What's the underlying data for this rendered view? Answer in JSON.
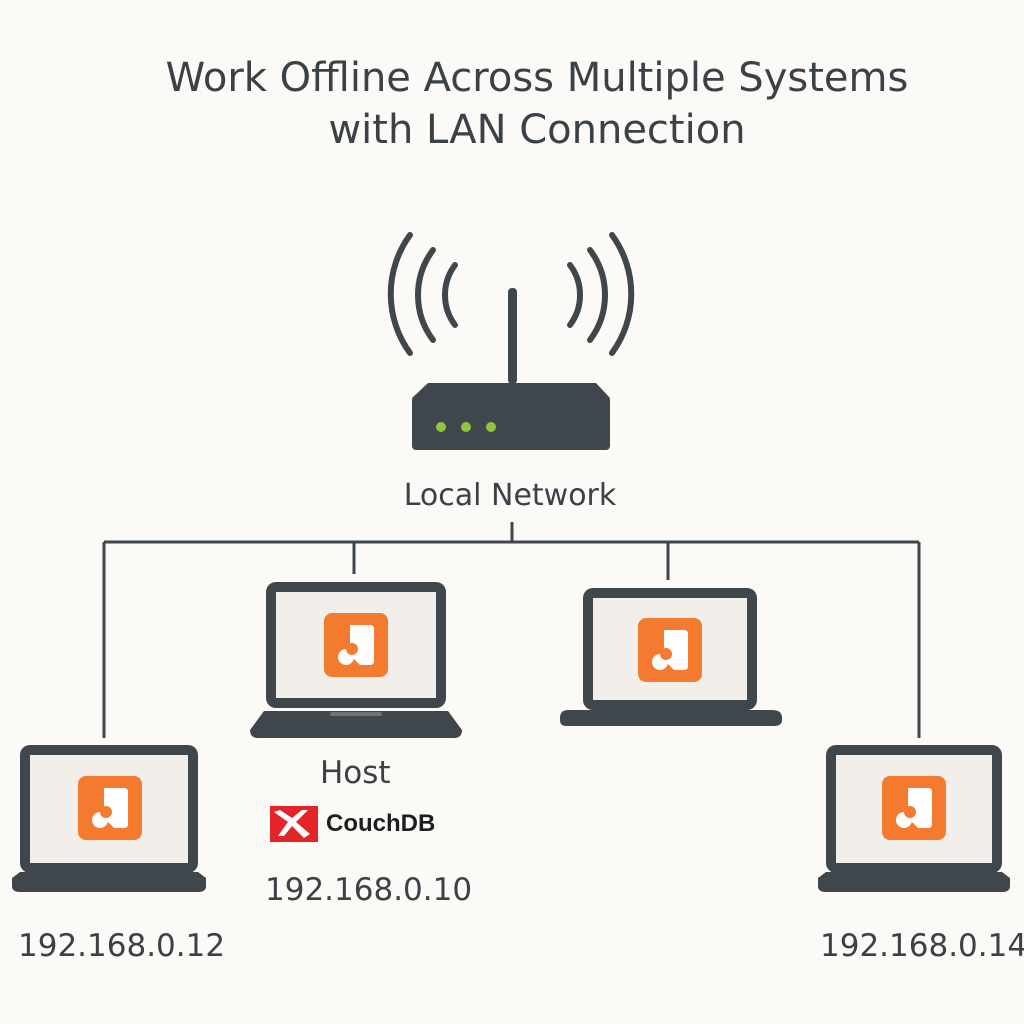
{
  "title": {
    "line1": "Work Offline Across Multiple Systems",
    "line2": "with LAN Connection"
  },
  "network": {
    "label": "Local Network",
    "router_led_color": "#8dc63f"
  },
  "host": {
    "label": "Host",
    "database": "CouchDB",
    "ip": "192.168.0.10"
  },
  "clients": [
    {
      "position": "bottom-left",
      "ip": "192.168.0.12"
    },
    {
      "position": "top-right",
      "ip": ""
    },
    {
      "position": "bottom-right",
      "ip": "192.168.0.14"
    }
  ],
  "colors": {
    "app_icon": "#f47a30",
    "device_frame": "#3f474d",
    "screen": "#f2efea",
    "couchdb_logo": "#e42528"
  },
  "icons": [
    "wifi-signal-icon",
    "router-icon",
    "laptop-icon",
    "app-icon",
    "couchdb-logo-icon"
  ]
}
